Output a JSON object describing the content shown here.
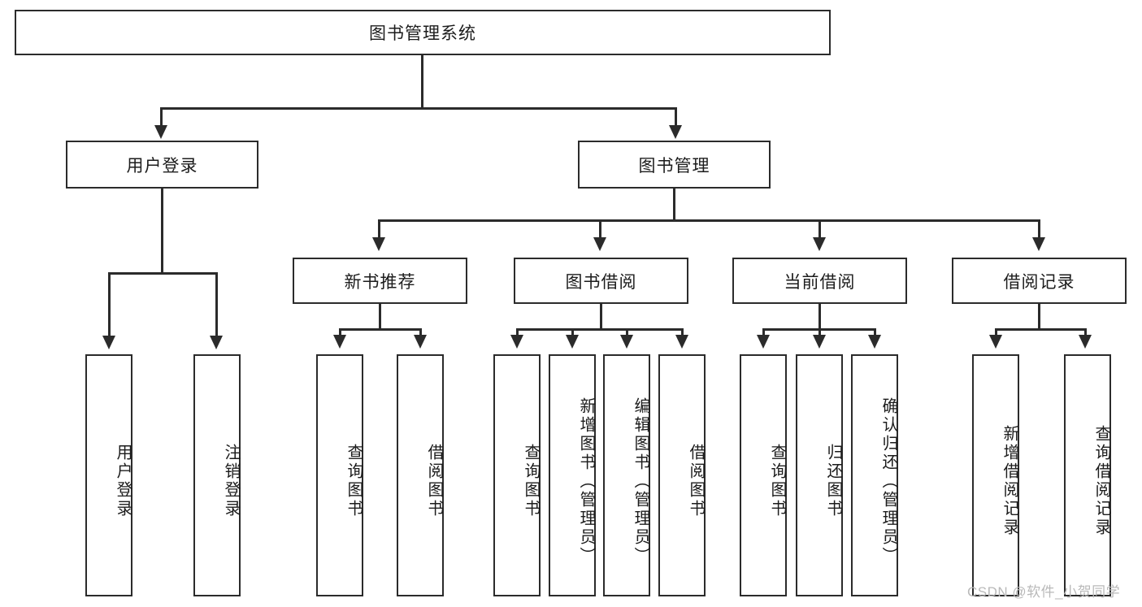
{
  "diagram": {
    "type": "tree-hierarchy-diagram",
    "title": "图书管理系统",
    "colors": {
      "stroke": "#2b2b2b",
      "fill": "#ffffff",
      "background": "#ffffff",
      "watermark": "#b9b9b9"
    },
    "levels": {
      "root": {
        "label": "图书管理系统"
      },
      "level2": [
        {
          "id": "user-login",
          "label": "用户登录"
        },
        {
          "id": "book-management",
          "label": "图书管理"
        }
      ],
      "level3": [
        {
          "id": "new-book-recommend",
          "label": "新书推荐",
          "parent": "book-management"
        },
        {
          "id": "book-borrow",
          "label": "图书借阅",
          "parent": "book-management"
        },
        {
          "id": "current-borrow",
          "label": "当前借阅",
          "parent": "book-management"
        },
        {
          "id": "borrow-record",
          "label": "借阅记录",
          "parent": "book-management"
        }
      ],
      "leaves": [
        {
          "id": "leaf-user-login",
          "label": "用户登录",
          "parent": "user-login"
        },
        {
          "id": "leaf-logout-login",
          "label": "注销登录",
          "parent": "user-login"
        },
        {
          "id": "leaf-query-book-1",
          "label": "查询图书",
          "parent": "new-book-recommend"
        },
        {
          "id": "leaf-borrow-book-1",
          "label": "借阅图书",
          "parent": "new-book-recommend"
        },
        {
          "id": "leaf-query-book-2",
          "label": "查询图书",
          "parent": "book-borrow"
        },
        {
          "id": "leaf-add-book-admin",
          "label": "新增图书（管理员）",
          "parent": "book-borrow"
        },
        {
          "id": "leaf-edit-book-admin",
          "label": "编辑图书（管理员）",
          "parent": "book-borrow"
        },
        {
          "id": "leaf-borrow-book-2",
          "label": "借阅图书",
          "parent": "book-borrow"
        },
        {
          "id": "leaf-query-book-3",
          "label": "查询图书",
          "parent": "current-borrow"
        },
        {
          "id": "leaf-return-book",
          "label": "归还图书",
          "parent": "current-borrow"
        },
        {
          "id": "leaf-confirm-return-admin",
          "label": "确认归还（管理员）",
          "parent": "current-borrow"
        },
        {
          "id": "leaf-add-borrow-record",
          "label": "新增借阅记录",
          "parent": "borrow-record"
        },
        {
          "id": "leaf-query-borrow-record",
          "label": "查询借阅记录",
          "parent": "borrow-record"
        }
      ]
    },
    "watermark": "CSDN @软件_小贺同学"
  }
}
